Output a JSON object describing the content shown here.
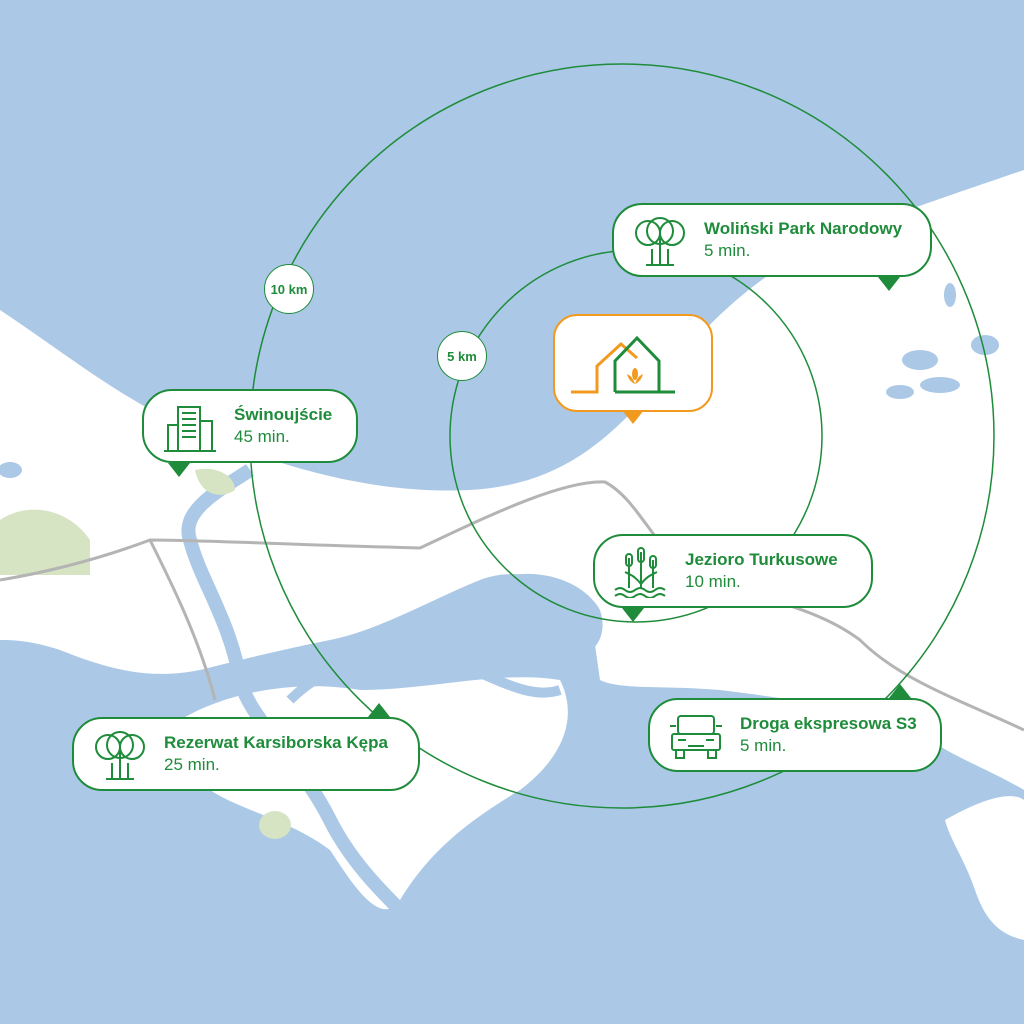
{
  "colors": {
    "water": "#abc9e6",
    "land": "#ffffff",
    "green": "#1e8c3a",
    "orange": "#f29a1f",
    "road": "#b4b4b4",
    "park": "#d6e4c4"
  },
  "radii": [
    {
      "label": "10 km"
    },
    {
      "label": "5 km"
    }
  ],
  "home_marker": {
    "icon": "home-wheat-icon"
  },
  "places": [
    {
      "name": "Woliński Park Narodowy",
      "time": "5 min.",
      "icon": "trees-icon"
    },
    {
      "name": "Świnoujście",
      "time": "45 min.",
      "icon": "city-buildings-icon"
    },
    {
      "name": "Jezioro Turkusowe",
      "time": "10 min.",
      "icon": "reeds-water-icon"
    },
    {
      "name": "Rezerwat Karsiborska Kępa",
      "time": "25 min.",
      "icon": "trees-icon"
    },
    {
      "name": "Droga ekspresowa S3",
      "time": "5 min.",
      "icon": "car-icon"
    }
  ]
}
